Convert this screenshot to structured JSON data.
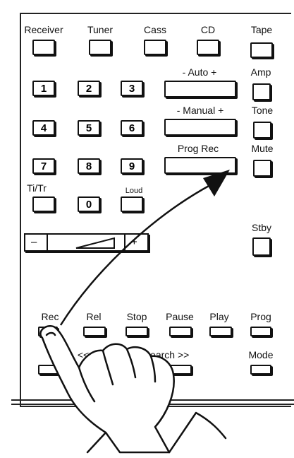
{
  "panel": {
    "source_labels": [
      "Receiver",
      "Tuner",
      "Cass",
      "CD",
      "Tape"
    ],
    "auto_label": "-  Auto  +",
    "manual_label": "- Manual +",
    "prog_rec_label": "Prog Rec",
    "amp_label": "Amp",
    "tone_label": "Tone",
    "mute_label": "Mute",
    "stby_label": "Stby",
    "tiltr_label": "Ti/Tr",
    "loud_label": "Loud",
    "numbers": [
      "1",
      "2",
      "3",
      "4",
      "5",
      "6",
      "7",
      "8",
      "9",
      "0"
    ],
    "volume": {
      "minus": "–",
      "plus": "+"
    },
    "transport_labels": [
      "Rec",
      "Rel",
      "Stop",
      "Pause",
      "Play",
      "Prog"
    ],
    "search_label": "Search >>",
    "mode_label": "Mode",
    "search_left_label": "<<"
  }
}
